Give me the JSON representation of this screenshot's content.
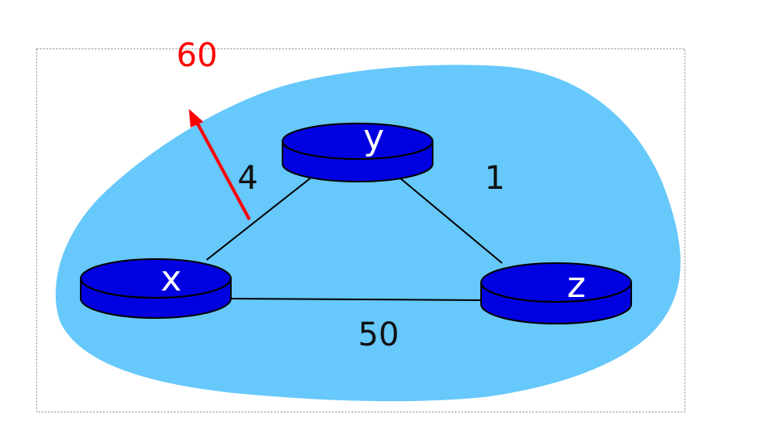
{
  "colors": {
    "cloud": "#66c8fb",
    "router": "#0000e0",
    "router_outline": "#000000",
    "link": "#000000",
    "change": "#ff0000",
    "frame": "#9a9a9a"
  },
  "routers": [
    {
      "id": "x",
      "label": "x",
      "icon": "router-icon"
    },
    {
      "id": "y",
      "label": "y",
      "icon": "router-icon"
    },
    {
      "id": "z",
      "label": "z",
      "icon": "router-icon"
    }
  ],
  "links": [
    {
      "id": "x-y",
      "from": "x",
      "to": "y",
      "cost": "4"
    },
    {
      "id": "y-z",
      "from": "y",
      "to": "z",
      "cost": "1"
    },
    {
      "id": "x-z",
      "from": "x",
      "to": "z",
      "cost": "50"
    }
  ],
  "cost_change": {
    "link": "x-y",
    "new_cost": "60",
    "icon": "arrow-up-icon"
  }
}
